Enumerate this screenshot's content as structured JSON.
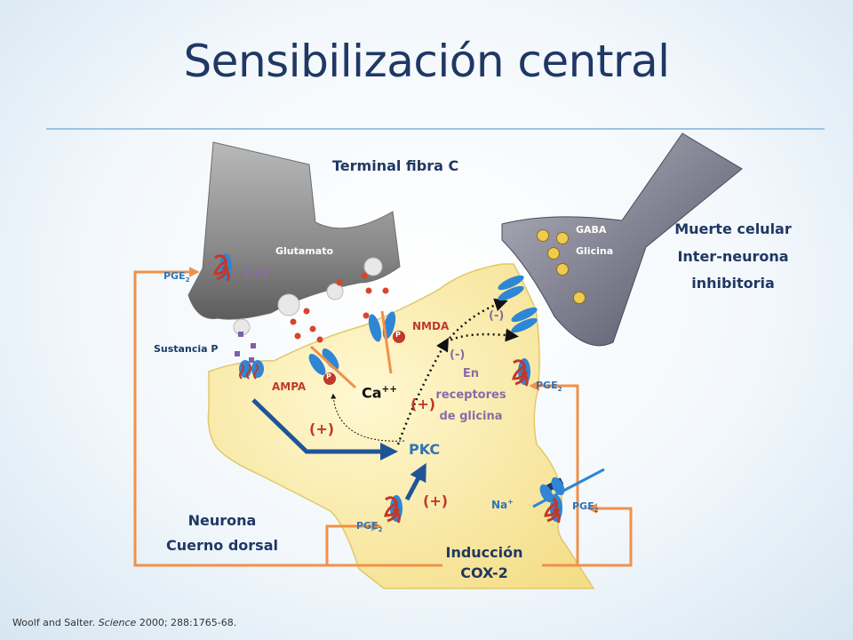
{
  "title": "Sensibilización central",
  "labels": {
    "terminal": "Terminal fibra C",
    "glutamato": "Glutamato",
    "gaba": "GABA",
    "glicina": "Glicina",
    "muerte": "Muerte celular",
    "interneurona": "Inter-neurona",
    "inhibitoria": "inhibitoria",
    "pge_left_top": "PGE",
    "pge_right_mid": "PGE",
    "pge_bottom": "PGE",
    "pge_right_low": "PGE",
    "pge_sub": "2",
    "plus_top": "(+)",
    "plus_left": "(+)",
    "plus_mid": "(+)",
    "plus_low": "(+)",
    "minus_top": "(-)",
    "minus_mid": "(-)",
    "sustancia": "Sustancia P",
    "nmda": "NMDA",
    "ampa": "AMPA",
    "ca": "Ca",
    "ca_sup": "++",
    "en": "En",
    "receptores": "receptores",
    "deglicina": "de glicina",
    "pkc": "PKC",
    "na": "Na",
    "na_sup": "+",
    "neurona": "Neurona",
    "cuerno": "Cuerno dorsal",
    "induccion": "Inducción",
    "cox": "COX-2",
    "p_nmda": "P",
    "p_ampa": "P"
  },
  "citation": {
    "authors": "Woolf and Salter. ",
    "journal": "Science",
    "rest": " 2000; 288:1765-68."
  },
  "colors": {
    "title": "#1f3864",
    "blue_label": "#2e74b5",
    "purple_label": "#8a6ba8",
    "red_label": "#c0392b",
    "orange_arrow": "#f0914a",
    "neuron_fill": "#fbeeb4",
    "terminal_fill": "#8d8d8d"
  }
}
